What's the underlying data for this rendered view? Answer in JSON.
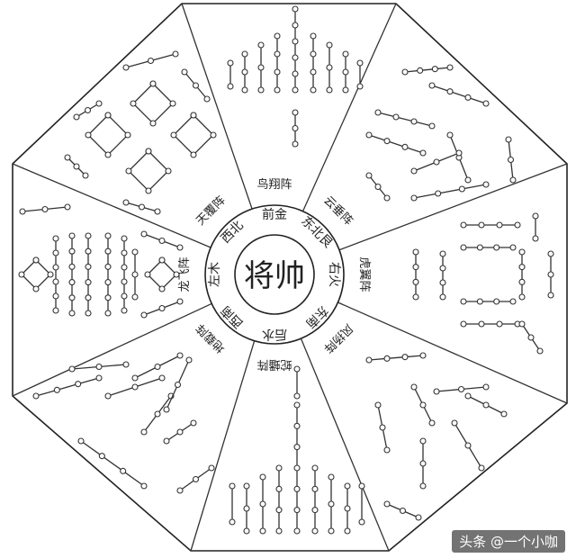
{
  "center": {
    "label": "将帅"
  },
  "inner_ring": [
    {
      "id": "north",
      "text": "前金"
    },
    {
      "id": "northeast",
      "text": "东北艮"
    },
    {
      "id": "east",
      "text": "右火"
    },
    {
      "id": "southeast",
      "text": "东南"
    },
    {
      "id": "south",
      "text": "后水"
    },
    {
      "id": "southwest",
      "text": "西南"
    },
    {
      "id": "west",
      "text": "左木"
    },
    {
      "id": "northwest",
      "text": "西北"
    }
  ],
  "outer_ring": [
    {
      "id": "north",
      "text": "鸟翔阵"
    },
    {
      "id": "northeast",
      "text": "云垂阵"
    },
    {
      "id": "east",
      "text": "虎翼阵"
    },
    {
      "id": "southeast",
      "text": "风扬阵"
    },
    {
      "id": "south",
      "text": "蛇蟠阵"
    },
    {
      "id": "southwest",
      "text": "地载阵"
    },
    {
      "id": "west",
      "text": "龙飞阵"
    },
    {
      "id": "northwest",
      "text": "天覆阵"
    }
  ],
  "colors": {
    "line": "#333333",
    "background": "#ffffff"
  },
  "watermark": "头条 @一个小咖"
}
